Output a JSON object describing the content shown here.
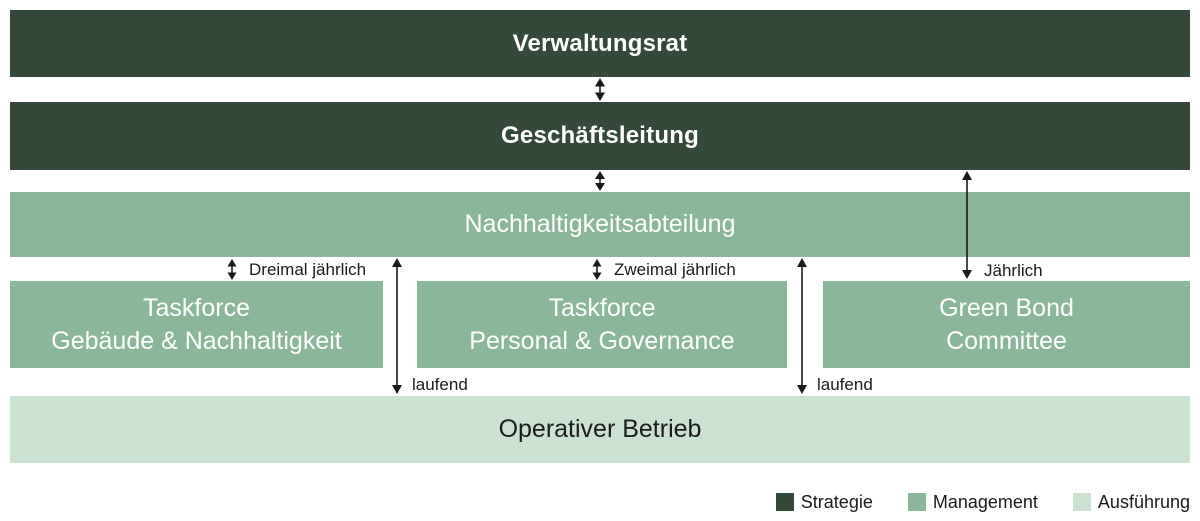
{
  "colors": {
    "strategie": "#35493B",
    "management": "#8AB79A",
    "ausfuehrung": "#CBE2D2",
    "arrow": "#1A1A1A",
    "label_text": "#1A1A1A",
    "box_text_light": "#FFFFFF",
    "box_text_dark": "#1C1C1C"
  },
  "org": {
    "verwaltungsrat": "Verwaltungsrat",
    "geschaeftsleitung": "Geschäftsleitung",
    "nachhaltigkeitsabteilung": "Nachhaltigkeitsabteilung",
    "taskforce_gebaeude": {
      "line1": "Taskforce",
      "line2": "Gebäude & Nachhaltigkeit"
    },
    "taskforce_personal": {
      "line1": "Taskforce",
      "line2": "Personal & Governance"
    },
    "green_bond_committee": {
      "line1": "Green Bond",
      "line2": "Committee"
    },
    "operativer_betrieb": "Operativer Betrieb"
  },
  "connectors": {
    "dreimal_jaehrlich": "Dreimal jährlich",
    "zweimal_jaehrlich": "Zweimal jährlich",
    "jaehrlich": "Jährlich",
    "laufend_links": "laufend",
    "laufend_rechts": "laufend"
  },
  "legend": {
    "items": [
      {
        "label": "Strategie",
        "color": "#35493B"
      },
      {
        "label": "Management",
        "color": "#8AB79A"
      },
      {
        "label": "Ausführung",
        "color": "#CBE2D2"
      }
    ]
  }
}
